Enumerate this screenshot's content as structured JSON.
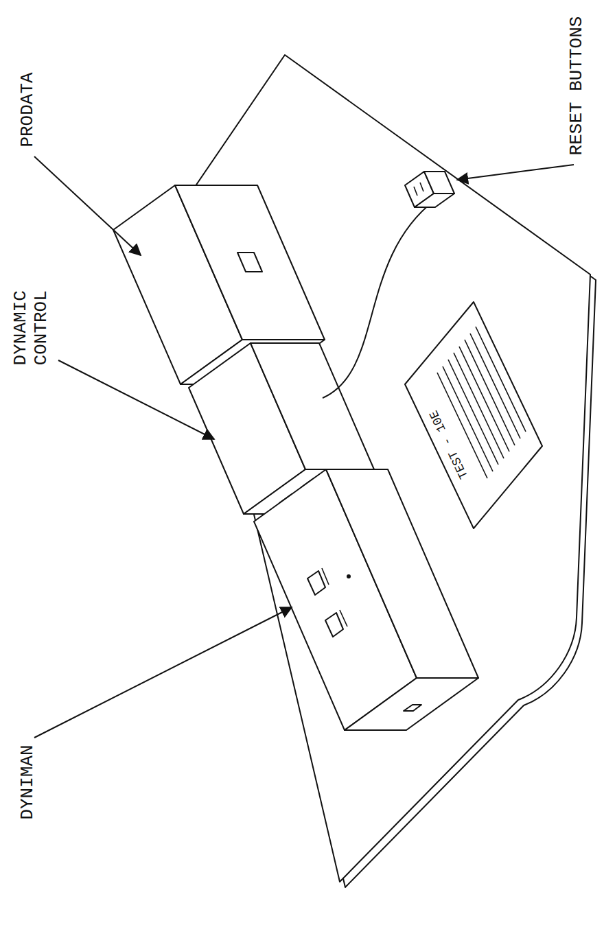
{
  "diagram": {
    "labels": [
      "RESET BUTTONS",
      "PRODATA",
      "DYNAMIC CONTROL",
      "DYNIMAN",
      "TEST - 10E"
    ]
  }
}
